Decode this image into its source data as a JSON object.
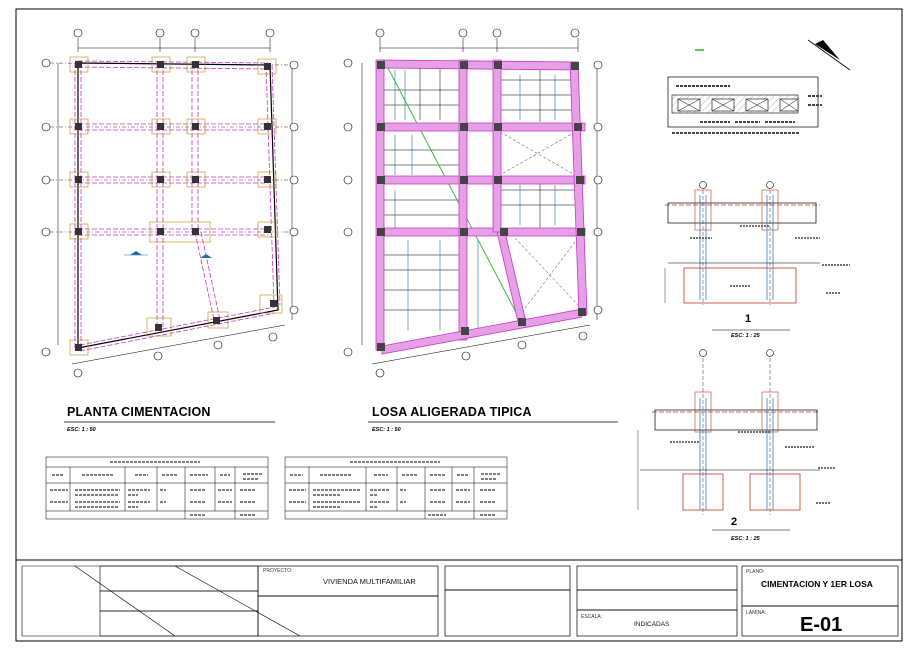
{
  "views": {
    "cimentacion": {
      "title": "PLANTA CIMENTACION",
      "scale": "ESC: 1 : 50"
    },
    "losa": {
      "title": "LOSA ALIGERADA TIPICA",
      "scale": "ESC: 1 : 50"
    }
  },
  "details": [
    {
      "number": "1",
      "scale": "ESC: 1 : 25"
    },
    {
      "number": "2",
      "scale": "ESC: 1 : 25"
    }
  ],
  "title_block": {
    "proyecto_label": "PROYECTO:",
    "proyecto_value": "VIVIENDA MULTIFAMILIAR",
    "escala_label": "ESCALA:",
    "escala_value": "INDICADAS",
    "plano_label": "PLANO:",
    "plano_value": "CIMENTACION Y 1ER LOSA",
    "lamina_label": "LAMINA:",
    "lamina_value": "E-01"
  },
  "colors": {
    "beam": "#cc33cc",
    "column": "#3a3a3a",
    "footing": "#c0392b",
    "rebar": "#1e6fa8",
    "diagonal": "#2bb52b",
    "line": "#000000"
  }
}
